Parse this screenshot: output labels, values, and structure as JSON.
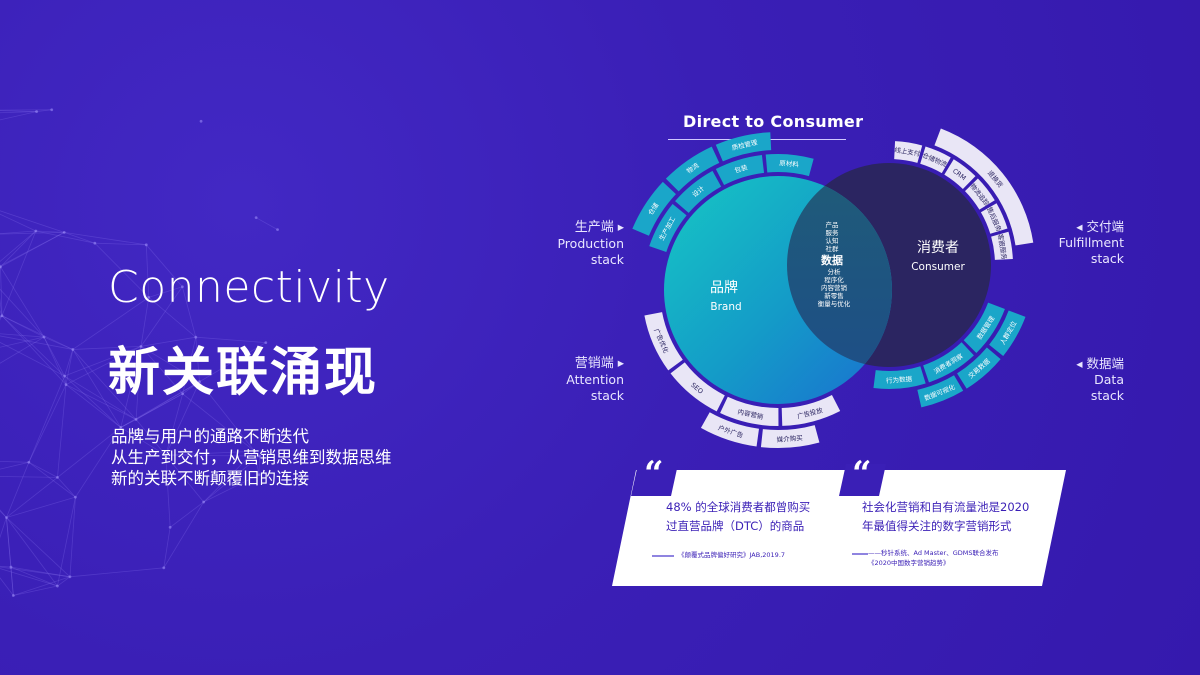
{
  "headline": {
    "en": "Connectivity",
    "zh": "新关联涌现"
  },
  "description": [
    "品牌与用户的通路不断迭代",
    "从生产到交付，从营销思维到数据思维",
    "新的关联不断颠覆旧的连接"
  ],
  "diagram": {
    "title": "Direct to Consumer",
    "brand": {
      "zh": "品牌",
      "en": "Brand"
    },
    "consumer": {
      "zh": "消费者",
      "en": "Consumer"
    },
    "center_top": [
      "产品",
      "服务",
      "认知",
      "社群"
    ],
    "center_main": "数据",
    "center_bottom": [
      "分析",
      "程序化",
      "内容营销",
      "新零售",
      "衡量与优化"
    ],
    "stacks": {
      "production": {
        "zh": "生产端",
        "en1": "Production",
        "en2": "stack"
      },
      "attention": {
        "zh": "营销端",
        "en1": "Attention",
        "en2": "stack"
      },
      "fulfillment": {
        "zh": "交付端",
        "en1": "Fulfillment",
        "en2": "stack"
      },
      "data": {
        "zh": "数据端",
        "en1": "Data",
        "en2": "stack"
      }
    },
    "segments": {
      "production_inner": [
        "生产加工",
        "设计",
        "包装",
        "原材料"
      ],
      "production_outer": [
        "仓储",
        "物流",
        "质检管理"
      ],
      "attention_inner": [
        "广告投放",
        "内容营销",
        "SEO",
        "广告优化"
      ],
      "attention_outer": [
        "媒介购买",
        "户外广告"
      ],
      "fulfillment_inner": [
        "线上支付",
        "仓储物流",
        "CRM",
        "物流追踪",
        "售后服务",
        "客服服务"
      ],
      "fulfillment_outer": [
        "退换货"
      ],
      "data_inner": [
        "数据管理",
        "消费者洞察",
        "行为数据"
      ],
      "data_outer": [
        "人群定位",
        "交易数据",
        "数据可视化"
      ]
    }
  },
  "quotes": [
    {
      "mark": "“",
      "lines": [
        "48% 的全球消费者都曾购买",
        "过直营品牌（DTC）的商品"
      ],
      "source": [
        "《颠覆式品牌偏好研究》JAB,2019.7"
      ]
    },
    {
      "mark": "“",
      "lines": [
        "社会化营销和自有流量池是2020",
        "年最值得关注的数字营销形式"
      ],
      "source": [
        "——秒针系统、Ad Master、GDMS联合发布",
        "《2020中国数字营销趋势》"
      ]
    }
  ],
  "colors": {
    "background": "#3a1fb6",
    "teal": "#1aa6c9",
    "consumer": "#2b2561",
    "ring": "#e9e6f6"
  }
}
